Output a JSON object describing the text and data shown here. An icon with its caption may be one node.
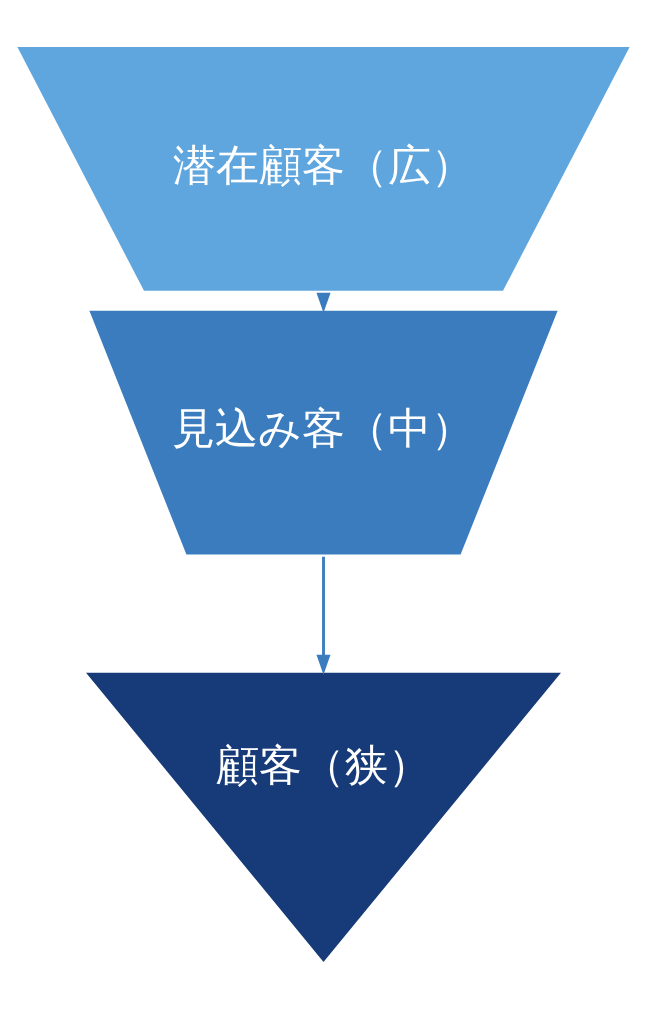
{
  "diagram": {
    "nodes": [
      {
        "text": [
          "潜在顧客（広）"
        ]
      },
      {
        "text": [
          "見込み客（中）"
        ]
      },
      {
        "text": [
          "顧客（狭）"
        ]
      }
    ],
    "edges": [
      {
        "from": 0,
        "to": 1,
        "arrow": "to"
      },
      {
        "from": 1,
        "to": 2,
        "arrow": "to"
      }
    ]
  }
}
